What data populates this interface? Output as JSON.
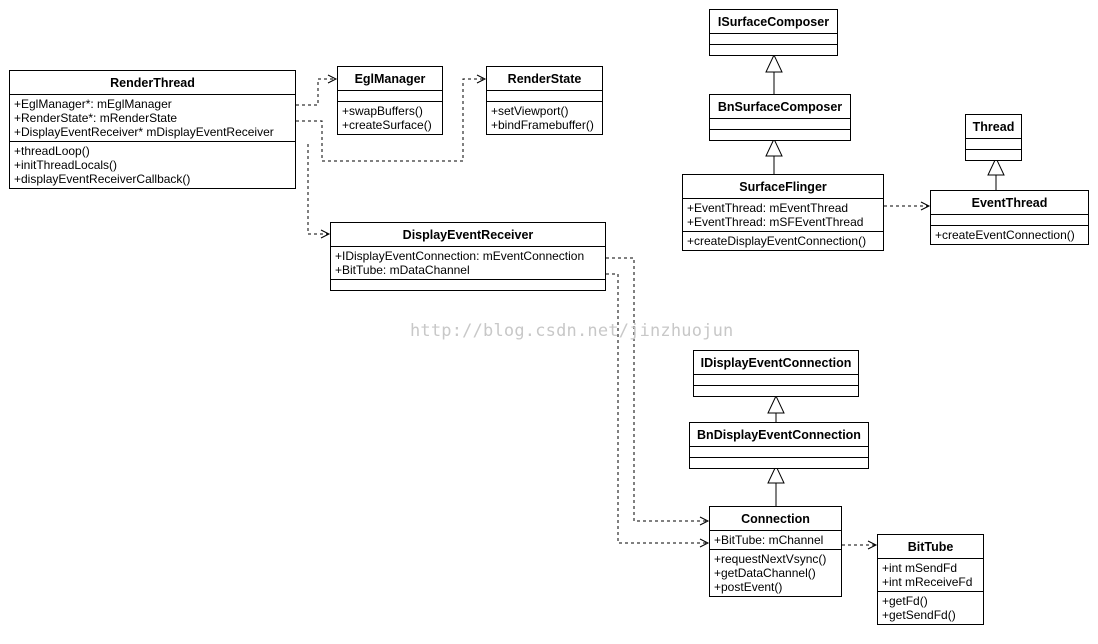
{
  "watermark": "http://blog.csdn.net/jinzhuojun",
  "classes": {
    "RenderThread": {
      "name": "RenderThread",
      "attributes": [
        "+EglManager*: mEglManager",
        "+RenderState*: mRenderState",
        "+DisplayEventReceiver* mDisplayEventReceiver"
      ],
      "operations": [
        "+threadLoop()",
        "+initThreadLocals()",
        "+displayEventReceiverCallback()"
      ]
    },
    "EglManager": {
      "name": "EglManager",
      "attributes": [],
      "operations": [
        "+swapBuffers()",
        "+createSurface()"
      ]
    },
    "RenderState": {
      "name": "RenderState",
      "attributes": [],
      "operations": [
        "+setViewport()",
        "+bindFramebuffer()"
      ]
    },
    "DisplayEventReceiver": {
      "name": "DisplayEventReceiver",
      "attributes": [
        "+IDisplayEventConnection: mEventConnection",
        "+BitTube: mDataChannel"
      ],
      "operations": []
    },
    "ISurfaceComposer": {
      "name": "ISurfaceComposer",
      "attributes": [],
      "operations": []
    },
    "BnSurfaceComposer": {
      "name": "BnSurfaceComposer",
      "attributes": [],
      "operations": []
    },
    "SurfaceFlinger": {
      "name": "SurfaceFlinger",
      "attributes": [
        "+EventThread: mEventThread",
        "+EventThread: mSFEventThread"
      ],
      "operations": [
        "+createDisplayEventConnection()"
      ]
    },
    "Thread": {
      "name": "Thread",
      "attributes": [],
      "operations": []
    },
    "EventThread": {
      "name": "EventThread",
      "attributes": [],
      "operations": [
        "+createEventConnection()"
      ]
    },
    "IDisplayEventConnection": {
      "name": "IDisplayEventConnection",
      "attributes": [],
      "operations": []
    },
    "BnDisplayEventConnection": {
      "name": "BnDisplayEventConnection",
      "attributes": [],
      "operations": []
    },
    "Connection": {
      "name": "Connection",
      "attributes": [
        "+BitTube: mChannel"
      ],
      "operations": [
        "+requestNextVsync()",
        "+getDataChannel()",
        "+postEvent()"
      ]
    },
    "BitTube": {
      "name": "BitTube",
      "attributes": [
        "+int mSendFd",
        "+int mReceiveFd"
      ],
      "operations": [
        "+getFd()",
        "+getSendFd()"
      ]
    }
  },
  "relations": [
    {
      "type": "dependency",
      "from": "RenderThread",
      "to": "EglManager"
    },
    {
      "type": "dependency",
      "from": "RenderThread",
      "to": "RenderState"
    },
    {
      "type": "dependency",
      "from": "RenderThread",
      "to": "DisplayEventReceiver"
    },
    {
      "type": "generalization",
      "from": "BnSurfaceComposer",
      "to": "ISurfaceComposer"
    },
    {
      "type": "generalization",
      "from": "SurfaceFlinger",
      "to": "BnSurfaceComposer"
    },
    {
      "type": "generalization",
      "from": "EventThread",
      "to": "Thread"
    },
    {
      "type": "dependency",
      "from": "SurfaceFlinger",
      "to": "EventThread"
    },
    {
      "type": "generalization",
      "from": "BnDisplayEventConnection",
      "to": "IDisplayEventConnection"
    },
    {
      "type": "generalization",
      "from": "Connection",
      "to": "BnDisplayEventConnection"
    },
    {
      "type": "dependency",
      "from": "DisplayEventReceiver",
      "to": "Connection"
    },
    {
      "type": "dependency",
      "from": "DisplayEventReceiver",
      "to": "Connection"
    },
    {
      "type": "dependency",
      "from": "Connection",
      "to": "BitTube"
    }
  ]
}
